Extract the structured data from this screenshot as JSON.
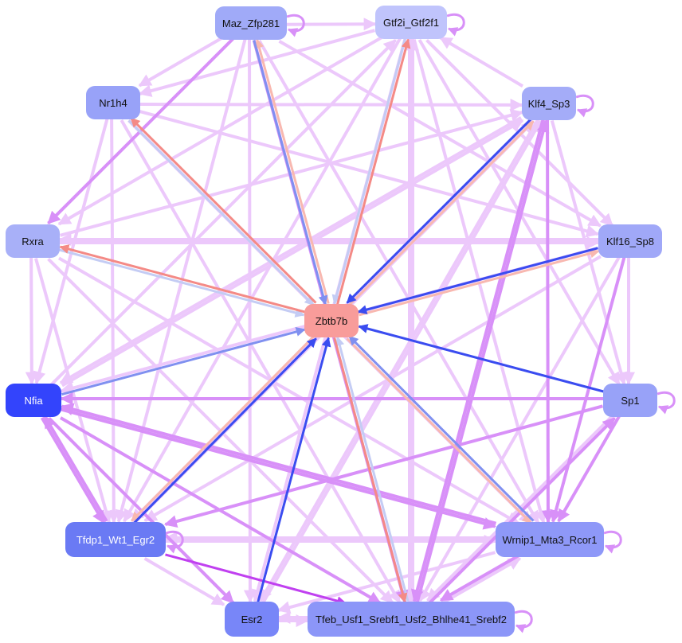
{
  "colors": {
    "light": "#ecc8fb",
    "mid": "#d890f8",
    "strong": "#c040f0",
    "blue": "#3a4cf0",
    "blue_mid": "#8090f0",
    "blue_light": "#c4ccf4",
    "salmon": "#f48a86",
    "salmon_light": "#f8b8b0"
  },
  "nodes": [
    {
      "id": "maz",
      "label": "Maz_Zfp281",
      "fill": "#a0aaf8",
      "text": "#111"
    },
    {
      "id": "gtf2i",
      "label": "Gtf2i_Gtf2f1",
      "fill": "#c0c4fc",
      "text": "#111"
    },
    {
      "id": "nr1h4",
      "label": "Nr1h4",
      "fill": "#98a2f8",
      "text": "#111"
    },
    {
      "id": "klf4",
      "label": "Klf4_Sp3",
      "fill": "#a4acf8",
      "text": "#111"
    },
    {
      "id": "rxra",
      "label": "Rxra",
      "fill": "#a8b0f8",
      "text": "#111"
    },
    {
      "id": "klf16",
      "label": "Klf16_Sp8",
      "fill": "#a0a8f8",
      "text": "#111"
    },
    {
      "id": "zbtb7b",
      "label": "Zbtb7b",
      "fill": "#f89c9a",
      "text": "#111"
    },
    {
      "id": "nfia",
      "label": "Nfia",
      "fill": "#3344fc",
      "text": "#fff"
    },
    {
      "id": "sp1",
      "label": "Sp1",
      "fill": "#98a2f8",
      "text": "#111"
    },
    {
      "id": "tfdp1",
      "label": "Tfdp1_Wt1_Egr2",
      "fill": "#6a7af4",
      "text": "#fff"
    },
    {
      "id": "wrnip1",
      "label": "Wrnip1_Mta3_Rcor1",
      "fill": "#8e98f8",
      "text": "#111"
    },
    {
      "id": "esr2",
      "label": "Esr2",
      "fill": "#7886f8",
      "text": "#111"
    },
    {
      "id": "tfeb",
      "label": "Tfeb_Usf1_Srebf1_Usf2_Bhlhe41_Srebf2",
      "fill": "#8c96f8",
      "text": "#111"
    }
  ],
  "edges": [
    [
      "maz",
      "zbtb7b",
      "blue_mid"
    ],
    [
      "gtf2i",
      "zbtb7b",
      "blue_light"
    ],
    [
      "zbtb7b",
      "gtf2i",
      "salmon"
    ],
    [
      "zbtb7b",
      "maz",
      "salmon_light"
    ],
    [
      "zbtb7b",
      "nr1h4",
      "salmon"
    ],
    [
      "nr1h4",
      "zbtb7b",
      "blue_light"
    ],
    [
      "zbtb7b",
      "rxra",
      "salmon"
    ],
    [
      "rxra",
      "zbtb7b",
      "blue_light"
    ],
    [
      "klf4",
      "zbtb7b",
      "blue"
    ],
    [
      "zbtb7b",
      "klf4",
      "salmon_light"
    ],
    [
      "klf16",
      "zbtb7b",
      "blue"
    ],
    [
      "zbtb7b",
      "klf16",
      "salmon_light"
    ],
    [
      "sp1",
      "zbtb7b",
      "blue"
    ],
    [
      "nfia",
      "zbtb7b",
      "blue_mid"
    ],
    [
      "tfdp1",
      "zbtb7b",
      "blue"
    ],
    [
      "zbtb7b",
      "tfdp1",
      "salmon_light"
    ],
    [
      "esr2",
      "zbtb7b",
      "blue"
    ],
    [
      "zbtb7b",
      "tfeb",
      "salmon"
    ],
    [
      "tfeb",
      "zbtb7b",
      "blue_light"
    ],
    [
      "wrnip1",
      "zbtb7b",
      "blue_mid"
    ],
    [
      "zbtb7b",
      "wrnip1",
      "salmon_light"
    ],
    [
      "maz",
      "gtf2i",
      "light"
    ],
    [
      "maz",
      "nr1h4",
      "light"
    ],
    [
      "gtf2i",
      "nr1h4",
      "light"
    ],
    [
      "maz",
      "rxra",
      "mid"
    ],
    [
      "gtf2i",
      "rxra",
      "light"
    ],
    [
      "nr1h4",
      "klf4",
      "light"
    ],
    [
      "klf4",
      "gtf2i",
      "light"
    ],
    [
      "maz",
      "klf16",
      "light"
    ],
    [
      "gtf2i",
      "klf16",
      "light"
    ],
    [
      "rxra",
      "klf16",
      "light"
    ],
    [
      "klf16",
      "rxra",
      "light"
    ],
    [
      "nr1h4",
      "klf16",
      "light"
    ],
    [
      "nr1h4",
      "nfia",
      "light"
    ],
    [
      "rxra",
      "nfia",
      "light"
    ],
    [
      "klf4",
      "nfia",
      "light"
    ],
    [
      "klf16",
      "nfia",
      "light"
    ],
    [
      "sp1",
      "nfia",
      "mid"
    ],
    [
      "klf4",
      "sp1",
      "light"
    ],
    [
      "klf16",
      "sp1",
      "light"
    ],
    [
      "gtf2i",
      "sp1",
      "light"
    ],
    [
      "maz",
      "tfdp1",
      "light"
    ],
    [
      "gtf2i",
      "tfdp1",
      "light"
    ],
    [
      "nr1h4",
      "tfdp1",
      "light"
    ],
    [
      "rxra",
      "tfdp1",
      "light"
    ],
    [
      "klf4",
      "tfdp1",
      "light"
    ],
    [
      "klf16",
      "tfdp1",
      "light"
    ],
    [
      "nfia",
      "tfdp1",
      "mid"
    ],
    [
      "tfdp1",
      "nfia",
      "mid"
    ],
    [
      "sp1",
      "tfdp1",
      "mid"
    ],
    [
      "maz",
      "wrnip1",
      "light"
    ],
    [
      "gtf2i",
      "wrnip1",
      "light"
    ],
    [
      "nr1h4",
      "wrnip1",
      "light"
    ],
    [
      "klf4",
      "wrnip1",
      "mid"
    ],
    [
      "klf16",
      "wrnip1",
      "mid"
    ],
    [
      "sp1",
      "wrnip1",
      "mid"
    ],
    [
      "nfia",
      "wrnip1",
      "mid"
    ],
    [
      "wrnip1",
      "nfia",
      "mid"
    ],
    [
      "rxra",
      "wrnip1",
      "light"
    ],
    [
      "tfdp1",
      "wrnip1",
      "light"
    ],
    [
      "wrnip1",
      "tfdp1",
      "light"
    ],
    [
      "maz",
      "esr2",
      "light"
    ],
    [
      "gtf2i",
      "esr2",
      "light"
    ],
    [
      "nfia",
      "esr2",
      "mid"
    ],
    [
      "tfdp1",
      "esr2",
      "light"
    ],
    [
      "wrnip1",
      "esr2",
      "light"
    ],
    [
      "klf4",
      "esr2",
      "light"
    ],
    [
      "maz",
      "tfeb",
      "mid"
    ],
    [
      "gtf2i",
      "tfeb",
      "light"
    ],
    [
      "tfeb",
      "gtf2i",
      "light"
    ],
    [
      "klf4",
      "tfeb",
      "mid"
    ],
    [
      "klf16",
      "tfeb",
      "light"
    ],
    [
      "sp1",
      "tfeb",
      "light"
    ],
    [
      "nfia",
      "tfeb",
      "mid"
    ],
    [
      "tfdp1",
      "tfeb",
      "strong"
    ],
    [
      "wrnip1",
      "tfeb",
      "mid"
    ],
    [
      "tfeb",
      "wrnip1",
      "light"
    ],
    [
      "esr2",
      "tfeb",
      "light"
    ],
    [
      "tfeb",
      "esr2",
      "light"
    ],
    [
      "rxra",
      "tfeb",
      "light"
    ],
    [
      "nr1h4",
      "tfeb",
      "light"
    ],
    [
      "tfeb",
      "klf4",
      "mid"
    ],
    [
      "tfeb",
      "sp1",
      "mid"
    ],
    [
      "esr2",
      "klf4",
      "light"
    ],
    [
      "tfdp1",
      "klf4",
      "light"
    ],
    [
      "nfia",
      "klf4",
      "light"
    ],
    [
      "nfia",
      "gtf2i",
      "light"
    ],
    [
      "rxra",
      "klf4",
      "light"
    ]
  ],
  "self_loops": [
    "maz",
    "gtf2i",
    "klf4",
    "sp1",
    "wrnip1",
    "tfeb",
    "tfdp1"
  ]
}
